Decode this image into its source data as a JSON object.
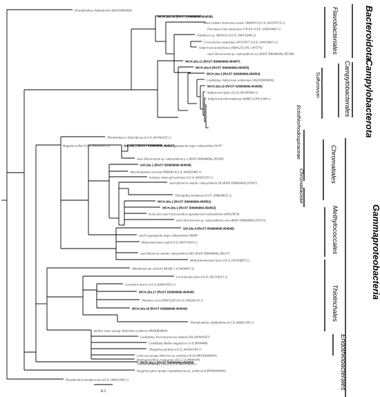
{
  "leaves": [
    {
      "label": "Desulfobulbus rhabdoformis (KSL00000000)",
      "bold": false
    },
    {
      "label": "WCH.16s.18 (RAST ID6666666.454558)",
      "bold": true
    },
    {
      "label": "Bacteroidetes bacterium isolate UBA8019 (GCA_003519715.1)",
      "bold": false
    },
    {
      "label": "Flavobacterium johnsoniae UW101 (GCF_000016645.1)",
      "bold": false
    },
    {
      "label": "Fabibacter sp. MSJ0152 (GCF_000152945.2)",
      "bold": false
    },
    {
      "label": "Crocinitomix catalasitica IFO15977 (GCF_000336615.1)",
      "bold": false
    },
    {
      "label": "Sulfurovum denitrificans DSM1251 (NC_007575)",
      "bold": false
    },
    {
      "label": "snail Alviniconcha sp. endosymbiont A.s (RAST ID6666666.295368)",
      "bold": false
    },
    {
      "label": "WCH.16s.11 (RAST ID6666666.454557)",
      "bold": true
    },
    {
      "label": "WCH.16s.9 (RAST ID6666666.454555)",
      "bold": true
    },
    {
      "label": "WCH.16s.3 (RAST ID6666666.454554)",
      "bold": true
    },
    {
      "label": "Candidatus Sulfurovum sediminum (ASLF00000000)",
      "bold": false
    },
    {
      "label": "WCH.16s.10 (RAST ID6666666.454556)",
      "bold": true
    },
    {
      "label": "Sulfurovum riftiae (GCA_001595845.1)",
      "bold": false
    },
    {
      "label": "Sulfurovum lithotrophicum 42BKT (CP011308.1)",
      "bold": false
    },
    {
      "label": "Thiohalobacter denitrificans (GCA_001042025.1)",
      "bold": false
    },
    {
      "label": "GIF.16s.2 (RAST ID6666666.454547)",
      "bold": true
    },
    {
      "label": "snail Gigantopelta aegis endosymbiont SOX*",
      "bold": false
    },
    {
      "label": "snail Alviniconcha sp. endosymbiont γ-1 (RAST ID6666666.295369)",
      "bold": false
    },
    {
      "label": "Beggiatoa alba (GCA_000245915.1)",
      "bold": false
    },
    {
      "label": "GIF.16s.1 (RAST ID6666666.454548)",
      "bold": true
    },
    {
      "label": "Allochromatium vinosum DSM180 (GCA_000025485.1)",
      "bold": false
    },
    {
      "label": "Solemya velum gill symbiont (GCA_000253155.1)",
      "bold": false
    },
    {
      "label": "snail Ifremeria nautilei endosymbiont SII (RAST ID6666666.295367)",
      "bold": false
    },
    {
      "label": "Thiolapillus brandeum (GCF_000828025.1)",
      "bold": false
    },
    {
      "label": "WCH.16s.1 (RAST ID6666666.454551)",
      "bold": true
    },
    {
      "label": "WCH.16s.1 (RAST ID6666666.454552)",
      "bold": true
    },
    {
      "label": "Scaly-foot snail Chrysomallon squamiferum endosymbiont (AP025878)",
      "bold": false
    },
    {
      "label": "snail Alviniconcha sp. endosymbiont γ-lau (RAST ID6666666.295370)",
      "bold": false
    },
    {
      "label": "GIF.16s.4 (RAST ID6666666.454546)",
      "bold": true
    },
    {
      "label": "snail Gigantopelta aegis endosymbiont MOB*",
      "bold": false
    },
    {
      "label": "Methylomarinum vadi (GCA_000733935.1)",
      "bold": false
    },
    {
      "label": "snail Ifremeria nautilei endosymbiont SII2 (RAST ID6666666.296237)",
      "bold": false
    },
    {
      "label": "Methylohalomonas lacus (GCA_001569655.1)",
      "bold": false
    },
    {
      "label": "Alkalilimnicola ehrlichii MLHE-1 (CP000453.1)",
      "bold": false
    },
    {
      "label": "Cocleimonas flava (GCF_001316615.1)",
      "bold": false
    },
    {
      "label": "Leucothrix mucor (GCA_000419525.1)",
      "bold": false
    },
    {
      "label": "WCH.16s.17 (RAST ID6666666.454545)",
      "bold": true
    },
    {
      "label": "Thiothrix nivea DSM 5205 (GCA_000260135.1)",
      "bold": false
    },
    {
      "label": "WCH.16s.19 (RAST ID6666666.454544)",
      "bold": true
    },
    {
      "label": "Thiohalophilus sulfidophilus (GCA_000621385.1)",
      "bold": false
    },
    {
      "label": "shallow water sponge Halichona symbiont (PRJEB00000)",
      "bold": false
    },
    {
      "label": "Candidatus Vesicomyosocius okutanii HA (AP009247)",
      "bold": false
    },
    {
      "label": "Candidatus Ruthia magnifica Cm (CP000488)",
      "bold": false
    },
    {
      "label": "Thioglobus perditus (GCA_002930145.1)",
      "bold": false
    },
    {
      "label": "cold seep sponge Suberites sp. symbiont Oreb (PRJNA000000)",
      "bold": false
    },
    {
      "label": "Hydrogenovibrio crunogenus XCL-2 (CP000109)",
      "bold": false
    },
    {
      "label": "Thiomicrorhabdus indica (GCA_004359625.1)",
      "bold": false
    },
    {
      "label": "WCH.16s.2 (RAST ID6666666.454559)",
      "bold": true
    },
    {
      "label": "Saegyriea glass sponge Lophophysema sp. symbiont (LPFI00000000)",
      "bold": false
    },
    {
      "label": "Desulfovibrio desulfuricans (GCF_000012085.1)",
      "bold": false
    }
  ],
  "groups": {
    "bacteroidota": "Bacteroidota",
    "flavobacteriales": "Flavobacteriales",
    "campylobacterota": "Campylobacterota",
    "campylobacterales": "Campylobacterales",
    "sulfurovum": "Sulfurovum",
    "gammaproteobacteria": "Gammaproteobacteria",
    "ectothiorhodospiraceae": "Ectothiorhodospiraceae",
    "chromatiales": "Chromatiales",
    "chromatiaceae": "Chromatiaceae",
    "methylococcales": "Methylococcales",
    "thiotrichales": "Thiotrichales",
    "endothiobacterales": "Endothiobacterales"
  },
  "scale_label": "0.1"
}
